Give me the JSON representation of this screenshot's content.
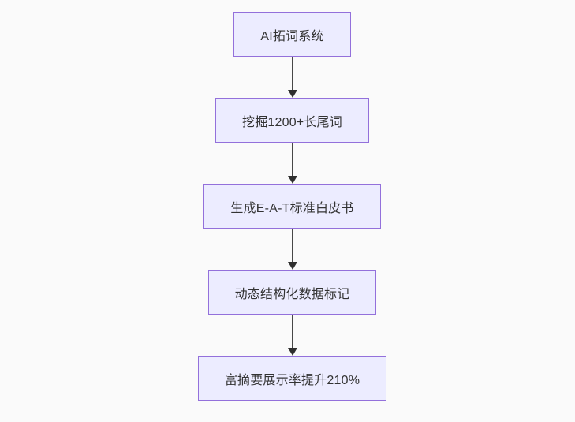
{
  "diagram": {
    "type": "flowchart",
    "direction": "top-down",
    "nodes": [
      {
        "id": "node-1",
        "label": "AI拓词系统"
      },
      {
        "id": "node-2",
        "label": "挖掘1200+长尾词"
      },
      {
        "id": "node-3",
        "label": "生成E-A-T标准白皮书"
      },
      {
        "id": "node-4",
        "label": "动态结构化数据标记"
      },
      {
        "id": "node-5",
        "label": "富摘要展示率提升210%"
      }
    ],
    "edges": [
      {
        "from": "node-1",
        "to": "node-2",
        "style": "arrow-down"
      },
      {
        "from": "node-2",
        "to": "node-3",
        "style": "arrow-down"
      },
      {
        "from": "node-3",
        "to": "node-4",
        "style": "arrow-down"
      },
      {
        "from": "node-4",
        "to": "node-5",
        "style": "arrow-down"
      }
    ],
    "colors": {
      "node_fill": "#ececff",
      "node_border": "#9370db",
      "node_text": "#333333",
      "arrow": "#333333",
      "background": "#fafafa"
    }
  }
}
